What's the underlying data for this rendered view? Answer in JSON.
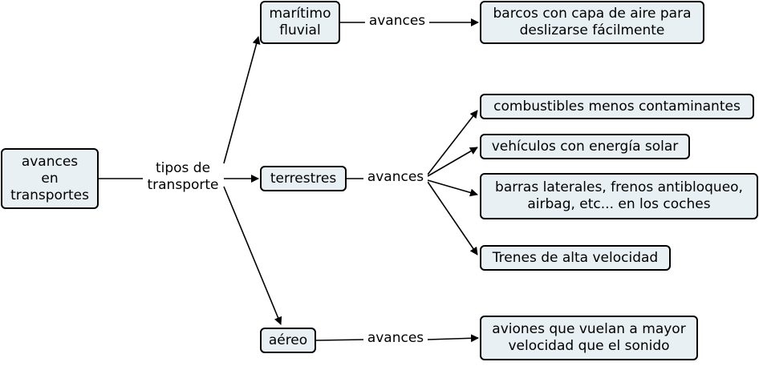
{
  "concept_map": {
    "root": "avances\nen\ntransportes",
    "linking_phrases": {
      "types": "tipos de\ntransporte",
      "advances_maritime": "avances",
      "advances_land": "avances",
      "advances_air": "avances"
    },
    "transport_types": {
      "maritime": "marítimo\nfluvial",
      "land": "terrestres",
      "air": "aéreo"
    },
    "advances": {
      "maritime": [
        "barcos con capa de aire para\ndeslizarse fácilmente"
      ],
      "land": [
        "combustibles menos contaminantes",
        "vehículos con energía solar",
        "barras laterales, frenos antibloqueo,\nairbag, etc... en los coches",
        "Trenes de alta velocidad"
      ],
      "air": [
        "aviones que vuelan a mayor\nvelocidad que el sonido"
      ]
    }
  },
  "colors": {
    "node_fill": "#e8f0f3",
    "node_border": "#000000",
    "connector": "#000000",
    "background": "#ffffff"
  }
}
